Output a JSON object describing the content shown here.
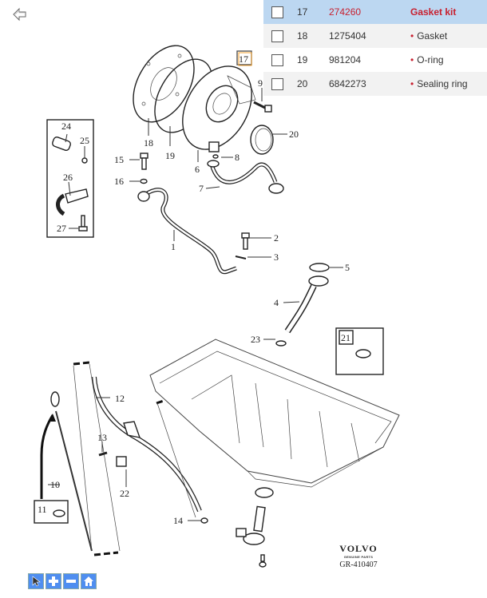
{
  "navigation": {
    "back_icon": "back-arrow-icon"
  },
  "parts_table": {
    "rows": [
      {
        "checked": false,
        "position": "17",
        "part_number": "274260",
        "description": "Gasket kit",
        "highlighted": true,
        "bullet": false
      },
      {
        "checked": false,
        "position": "18",
        "part_number": "1275404",
        "description": "Gasket",
        "highlighted": false,
        "bullet": true
      },
      {
        "checked": false,
        "position": "19",
        "part_number": "981204",
        "description": "O-ring",
        "highlighted": false,
        "bullet": true
      },
      {
        "checked": false,
        "position": "20",
        "part_number": "6842273",
        "description": "Sealing ring",
        "highlighted": false,
        "bullet": true
      }
    ],
    "bullet_char": "•",
    "colors": {
      "highlight_bg": "#bcd7f1",
      "accent_red": "#c8202f",
      "alt_row_bg": "#f2f2f2"
    }
  },
  "diagram": {
    "callouts": [
      "1",
      "2",
      "3",
      "4",
      "5",
      "6",
      "7",
      "8",
      "9",
      "10",
      "11",
      "12",
      "13",
      "14",
      "15",
      "16",
      "17",
      "18",
      "19",
      "20",
      "21",
      "22",
      "23",
      "24",
      "25",
      "26",
      "27"
    ],
    "boxed_callouts": [
      "17",
      "21",
      "11"
    ],
    "highlighted_callout": "17",
    "brand": {
      "logo": "VOLVO",
      "subtitle": "GENUINE PARTS",
      "drawing_code": "GR-410407"
    }
  },
  "toolbar": {
    "buttons": [
      {
        "name": "select",
        "icon": "pointer-icon"
      },
      {
        "name": "zoom-in",
        "icon": "plus-icon"
      },
      {
        "name": "zoom-out",
        "icon": "minus-icon"
      },
      {
        "name": "home",
        "icon": "home-icon"
      }
    ],
    "color": "#4f8ef0"
  }
}
